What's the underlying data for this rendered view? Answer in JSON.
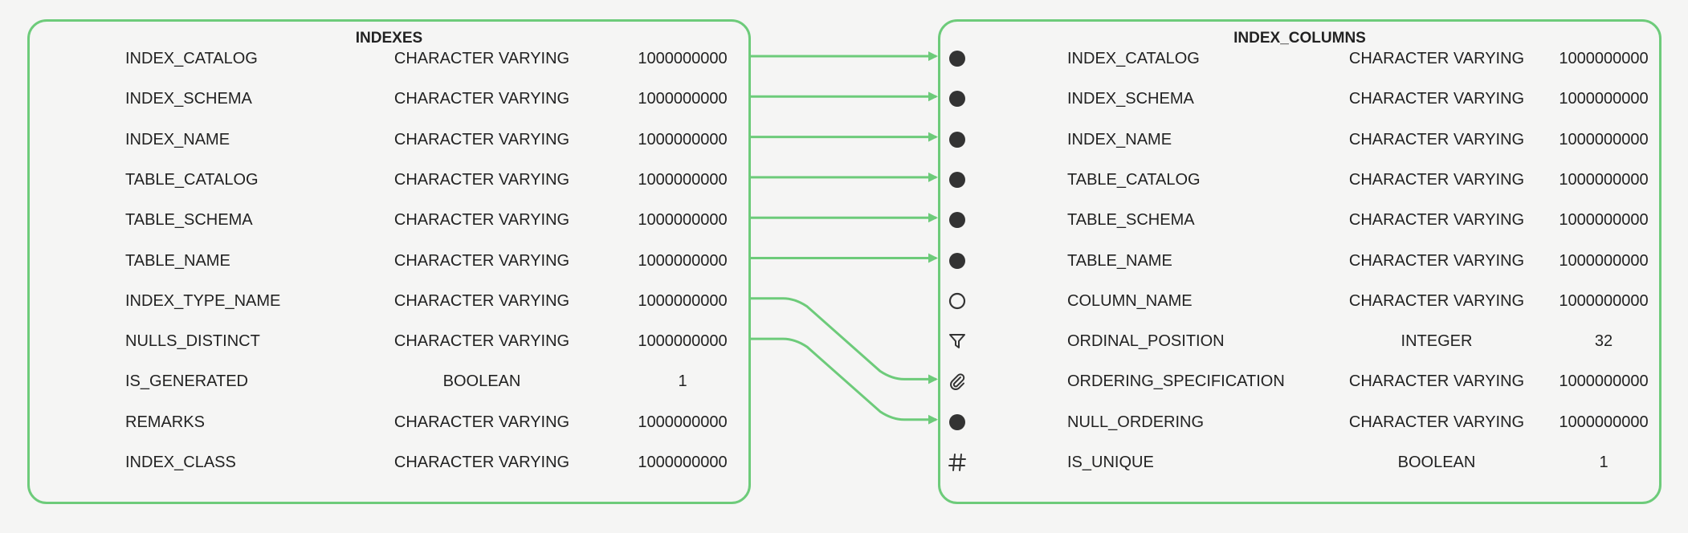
{
  "colors": {
    "accent": "#6dcb7a",
    "icon": "#333333",
    "background": "#f5f5f4"
  },
  "left_table": {
    "title": "INDEXES",
    "rows": [
      {
        "name": "INDEX_CATALOG",
        "type": "CHARACTER VARYING",
        "size": "1000000000"
      },
      {
        "name": "INDEX_SCHEMA",
        "type": "CHARACTER VARYING",
        "size": "1000000000"
      },
      {
        "name": "INDEX_NAME",
        "type": "CHARACTER VARYING",
        "size": "1000000000"
      },
      {
        "name": "TABLE_CATALOG",
        "type": "CHARACTER VARYING",
        "size": "1000000000"
      },
      {
        "name": "TABLE_SCHEMA",
        "type": "CHARACTER VARYING",
        "size": "1000000000"
      },
      {
        "name": "TABLE_NAME",
        "type": "CHARACTER VARYING",
        "size": "1000000000"
      },
      {
        "name": "INDEX_TYPE_NAME",
        "type": "CHARACTER VARYING",
        "size": "1000000000"
      },
      {
        "name": "NULLS_DISTINCT",
        "type": "CHARACTER VARYING",
        "size": "1000000000"
      },
      {
        "name": "IS_GENERATED",
        "type": "BOOLEAN",
        "size": "1"
      },
      {
        "name": "REMARKS",
        "type": "CHARACTER VARYING",
        "size": "1000000000"
      },
      {
        "name": "INDEX_CLASS",
        "type": "CHARACTER VARYING",
        "size": "1000000000"
      }
    ]
  },
  "right_table": {
    "title": "INDEX_COLUMNS",
    "rows": [
      {
        "icon": "filled-circle-icon",
        "name": "INDEX_CATALOG",
        "type": "CHARACTER VARYING",
        "size": "1000000000"
      },
      {
        "icon": "filled-circle-icon",
        "name": "INDEX_SCHEMA",
        "type": "CHARACTER VARYING",
        "size": "1000000000"
      },
      {
        "icon": "filled-circle-icon",
        "name": "INDEX_NAME",
        "type": "CHARACTER VARYING",
        "size": "1000000000"
      },
      {
        "icon": "filled-circle-icon",
        "name": "TABLE_CATALOG",
        "type": "CHARACTER VARYING",
        "size": "1000000000"
      },
      {
        "icon": "filled-circle-icon",
        "name": "TABLE_SCHEMA",
        "type": "CHARACTER VARYING",
        "size": "1000000000"
      },
      {
        "icon": "filled-circle-icon",
        "name": "TABLE_NAME",
        "type": "CHARACTER VARYING",
        "size": "1000000000"
      },
      {
        "icon": "hollow-circle-icon",
        "name": "COLUMN_NAME",
        "type": "CHARACTER VARYING",
        "size": "1000000000"
      },
      {
        "icon": "filter-icon",
        "name": "ORDINAL_POSITION",
        "type": "INTEGER",
        "size": "32"
      },
      {
        "icon": "paperclip-icon",
        "name": "ORDERING_SPECIFICATION",
        "type": "CHARACTER VARYING",
        "size": "1000000000"
      },
      {
        "icon": "filled-circle-icon",
        "name": "NULL_ORDERING",
        "type": "CHARACTER VARYING",
        "size": "1000000000"
      },
      {
        "icon": "hash-icon",
        "name": "IS_UNIQUE",
        "type": "BOOLEAN",
        "size": "1"
      }
    ]
  },
  "connections": [
    {
      "from": 0,
      "to": 0
    },
    {
      "from": 1,
      "to": 1
    },
    {
      "from": 2,
      "to": 2
    },
    {
      "from": 3,
      "to": 3
    },
    {
      "from": 4,
      "to": 4
    },
    {
      "from": 5,
      "to": 5
    },
    {
      "from": 6,
      "to": 8
    },
    {
      "from": 7,
      "to": 9
    }
  ]
}
